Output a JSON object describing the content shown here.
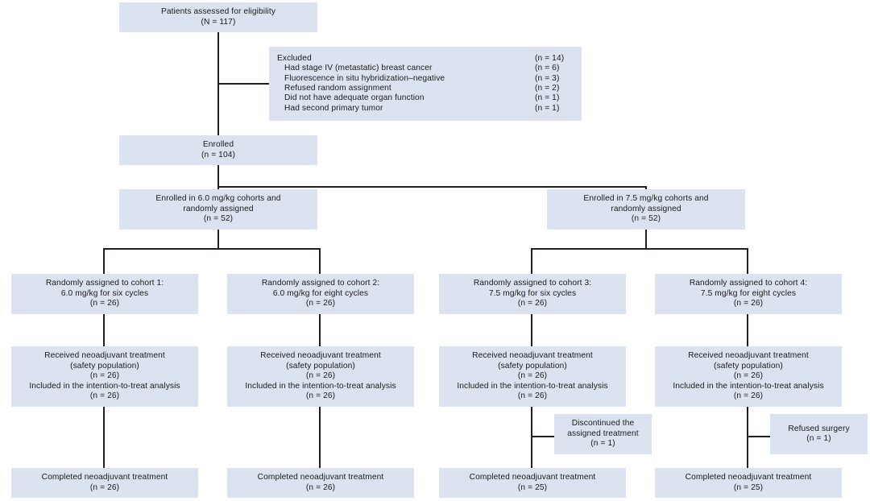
{
  "diagram": {
    "type": "consort-flow-diagram",
    "box_fill": "#dce3f0",
    "line_color": "#231f20",
    "nodes": {
      "assessed": {
        "lines": [
          "Patients assessed for eligibility",
          "(N = 117)"
        ]
      },
      "excluded": {
        "rows": [
          {
            "label": "Excluded",
            "count": "(n = 14)",
            "indent": false
          },
          {
            "label": "Had stage IV (metastatic) breast cancer",
            "count": "(n = 6)",
            "indent": true
          },
          {
            "label": "Fluorescence in situ hybridization–negative",
            "count": "(n = 3)",
            "indent": true
          },
          {
            "label": "Refused random assignment",
            "count": "(n = 2)",
            "indent": true
          },
          {
            "label": "Did not have adequate organ function",
            "count": "(n = 1)",
            "indent": true
          },
          {
            "label": "Had second primary tumor",
            "count": "(n = 1)",
            "indent": true
          }
        ]
      },
      "enrolled": {
        "lines": [
          "Enrolled",
          "(n = 104)"
        ]
      },
      "enrolled_60": {
        "lines": [
          "Enrolled in 6.0 mg/kg cohorts and",
          "randomly assigned",
          "(n = 52)"
        ]
      },
      "enrolled_75": {
        "lines": [
          "Enrolled in 7.5 mg/kg cohorts and",
          "randomly assigned",
          "(n = 52)"
        ]
      },
      "cohort1": {
        "lines": [
          "Randomly assigned to cohort 1:",
          "6.0 mg/kg for six cycles",
          "(n = 26)"
        ]
      },
      "cohort2": {
        "lines": [
          "Randomly assigned to cohort 2:",
          "6.0 mg/kg for eight cycles",
          "(n = 26)"
        ]
      },
      "cohort3": {
        "lines": [
          "Randomly assigned to cohort 3:",
          "7.5 mg/kg for six cycles",
          "(n = 26)"
        ]
      },
      "cohort4": {
        "lines": [
          "Randomly assigned to cohort 4:",
          "7.5 mg/kg for eight cycles",
          "(n = 26)"
        ]
      },
      "received1": {
        "lines": [
          "Received neoadjuvant treatment",
          "(safety population)",
          "(n = 26)",
          "Included in the intention-to-treat analysis",
          "(n = 26)"
        ]
      },
      "received2": {
        "lines": [
          "Received neoadjuvant treatment",
          "(safety population)",
          "(n = 26)",
          "Included in the intention-to-treat analysis",
          "(n = 26)"
        ]
      },
      "received3": {
        "lines": [
          "Received neoadjuvant treatment",
          "(safety population)",
          "(n = 26)",
          "Included in the intention-to-treat analysis",
          "(n = 26)"
        ]
      },
      "received4": {
        "lines": [
          "Received neoadjuvant treatment",
          "(safety population)",
          "(n = 26)",
          "Included in the intention-to-treat analysis",
          "(n = 26)"
        ]
      },
      "discontinued3": {
        "lines": [
          "Discontinued the",
          "assigned treatment",
          "(n = 1)"
        ]
      },
      "refused4": {
        "lines": [
          "Refused surgery",
          "(n = 1)"
        ]
      },
      "completed1": {
        "lines": [
          "Completed neoadjuvant treatment",
          "(n = 26)"
        ]
      },
      "completed2": {
        "lines": [
          "Completed neoadjuvant treatment",
          "(n = 26)"
        ]
      },
      "completed3": {
        "lines": [
          "Completed neoadjuvant treatment",
          "(n = 25)"
        ]
      },
      "completed4": {
        "lines": [
          "Completed neoadjuvant treatment",
          "(n = 25)"
        ]
      }
    }
  }
}
